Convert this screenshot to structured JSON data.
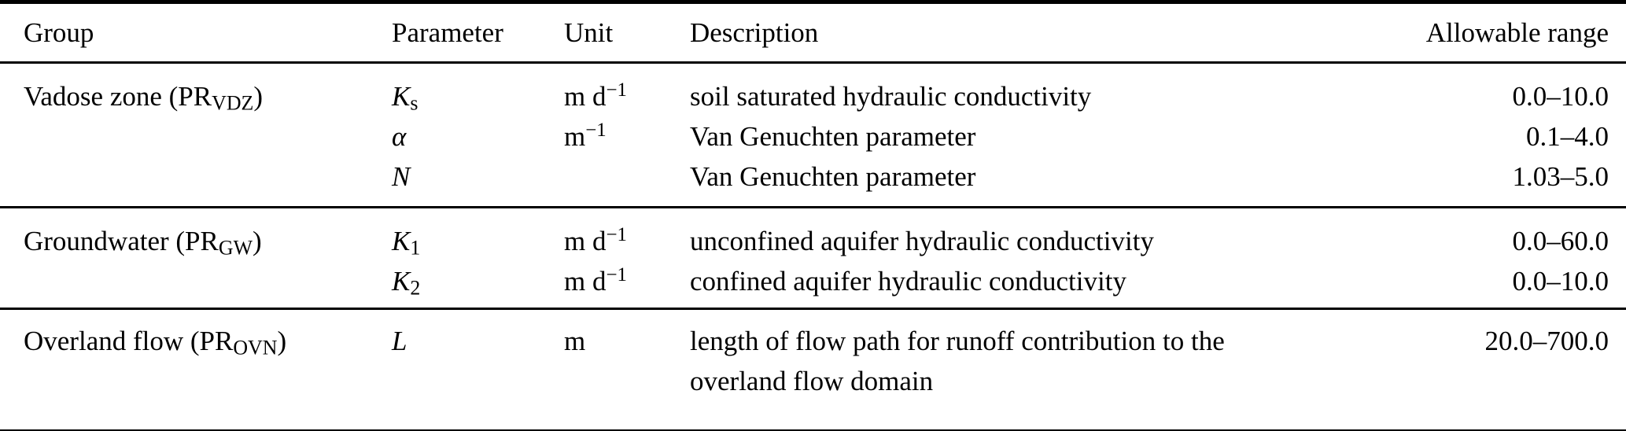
{
  "table": {
    "columns": {
      "group": "Group",
      "parameter": "Parameter",
      "unit": "Unit",
      "description": "Description",
      "range": "Allowable range"
    },
    "groups": [
      {
        "name_main": "Vadose zone (PR",
        "name_sub": "VDZ",
        "name_end": ")",
        "rows": [
          {
            "param": "K",
            "param_sub": "s",
            "unit_base": "m d",
            "unit_sup": "−1",
            "desc": "soil saturated hydraulic conductivity",
            "range": "0.0–10.0"
          },
          {
            "param": "α",
            "param_sub": "",
            "unit_base": "m",
            "unit_sup": "−1",
            "desc": "Van Genuchten parameter",
            "range": "0.1–4.0"
          },
          {
            "param": "N",
            "param_sub": "",
            "unit_base": "",
            "unit_sup": "",
            "desc": "Van Genuchten parameter",
            "range": "1.03–5.0"
          }
        ]
      },
      {
        "name_main": "Groundwater (PR",
        "name_sub": "GW",
        "name_end": ")",
        "rows": [
          {
            "param": "K",
            "param_sub": "1",
            "unit_base": "m d",
            "unit_sup": "−1",
            "desc": "unconfined aquifer hydraulic conductivity",
            "range": "0.0–60.0"
          },
          {
            "param": "K",
            "param_sub": "2",
            "unit_base": "m d",
            "unit_sup": "−1",
            "desc": "confined aquifer hydraulic conductivity",
            "range": "0.0–10.0"
          }
        ]
      },
      {
        "name_main": "Overland flow (PR",
        "name_sub": "OVN",
        "name_end": ")",
        "rows": [
          {
            "param": "L",
            "param_sub": "",
            "unit_base": "m",
            "unit_sup": "",
            "desc": "length of flow path for runoff contribution to the",
            "desc2": "overland flow domain",
            "range": "20.0–700.0"
          }
        ]
      }
    ],
    "colors": {
      "text": "#000000",
      "background": "#ffffff",
      "rule": "#000000"
    }
  }
}
